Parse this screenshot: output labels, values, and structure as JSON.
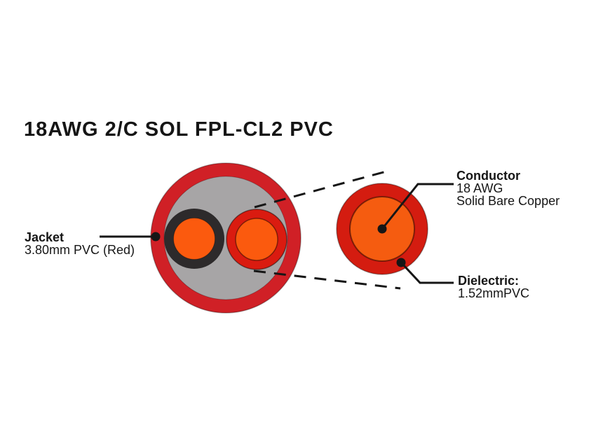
{
  "title": "18AWG 2/C SOL FPL-CL2 PVC",
  "labels": {
    "jacket": {
      "name": "Jacket",
      "spec": "3.80mm PVC (Red)"
    },
    "conductor": {
      "name": "Conductor",
      "spec_line1": "18 AWG",
      "spec_line2": "Solid Bare Copper"
    },
    "dielectric": {
      "name": "Dielectric:",
      "spec": "1.52mmPVC"
    }
  },
  "colors": {
    "background": "#ffffff",
    "jacket_red": "#d02026",
    "filler_gray": "#a7a5a6",
    "insulation_black": "#2d2a2b",
    "insulation_red": "#da1b10",
    "conductor_orange": "#fb5a0e",
    "detail_ring_red": "#d41c10",
    "detail_conductor_orange": "#f55c10",
    "line_black": "#161616",
    "text": "#161616"
  }
}
